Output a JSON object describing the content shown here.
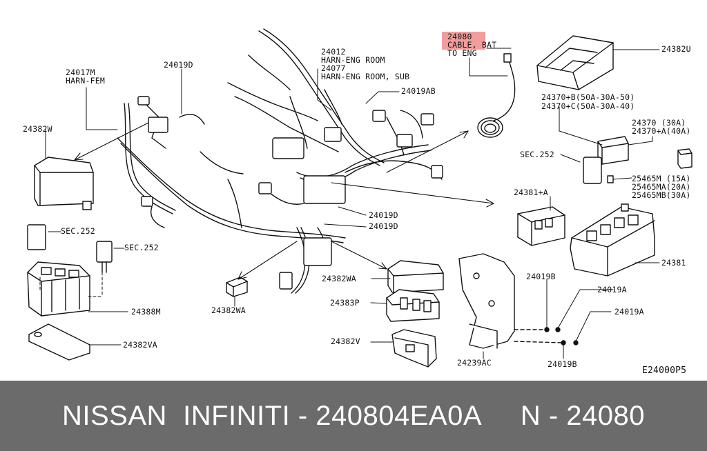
{
  "labels": {
    "p24080": "24080",
    "p24080_desc1": "CABLE, BAT",
    "p24080_desc2": "TO ENG",
    "p24382U": "24382U",
    "p24012": "24012",
    "p24012_desc": "HARN-ENG ROOM",
    "p24077": "24077",
    "p24077_desc": "HARN-ENG ROOM, SUB",
    "p24019AB": "24019AB",
    "p24017M": "24017M",
    "p24017M_desc": "HARN-FEM",
    "p24019D_top": "24019D",
    "p24382W": "24382W",
    "p24370B": "24370+B(50A-30A-50)",
    "p24370C": "24370+C(50A-30A-40)",
    "p24370": "24370 (30A)",
    "p24370A": "24370+A(40A)",
    "sec252_right": "SEC.252",
    "p25465M": "25465M (15A)",
    "p25465MA": "25465MA(20A)",
    "p25465MB": "25465MB(30A)",
    "p24381A": "24381+A",
    "p24019D_mid1": "24019D",
    "p24019D_mid2": "24019D",
    "sec252_left1": "SEC.252",
    "sec252_left2": "SEC.252",
    "p24381": "24381",
    "p24382WA_right": "24382WA",
    "p24019B_top": "24019B",
    "p24019A_1": "24019A",
    "p24383P": "24383P",
    "p24388M": "24388M",
    "p24019A_2": "24019A",
    "p24382WA_left": "24382WA",
    "p24382V": "24382V",
    "p24382VA": "24382VA",
    "p24239AC": "24239AC",
    "p24019B_bot": "24019B",
    "code": "E24000P5"
  },
  "footer": {
    "text": "NISSAN  INFINITI - 240804EA0A     N - 24080"
  },
  "colors": {
    "highlight": "#f08c8c",
    "footer_bg": "#6b6b6b",
    "footer_text": "#ffffff",
    "line": "#111111"
  }
}
